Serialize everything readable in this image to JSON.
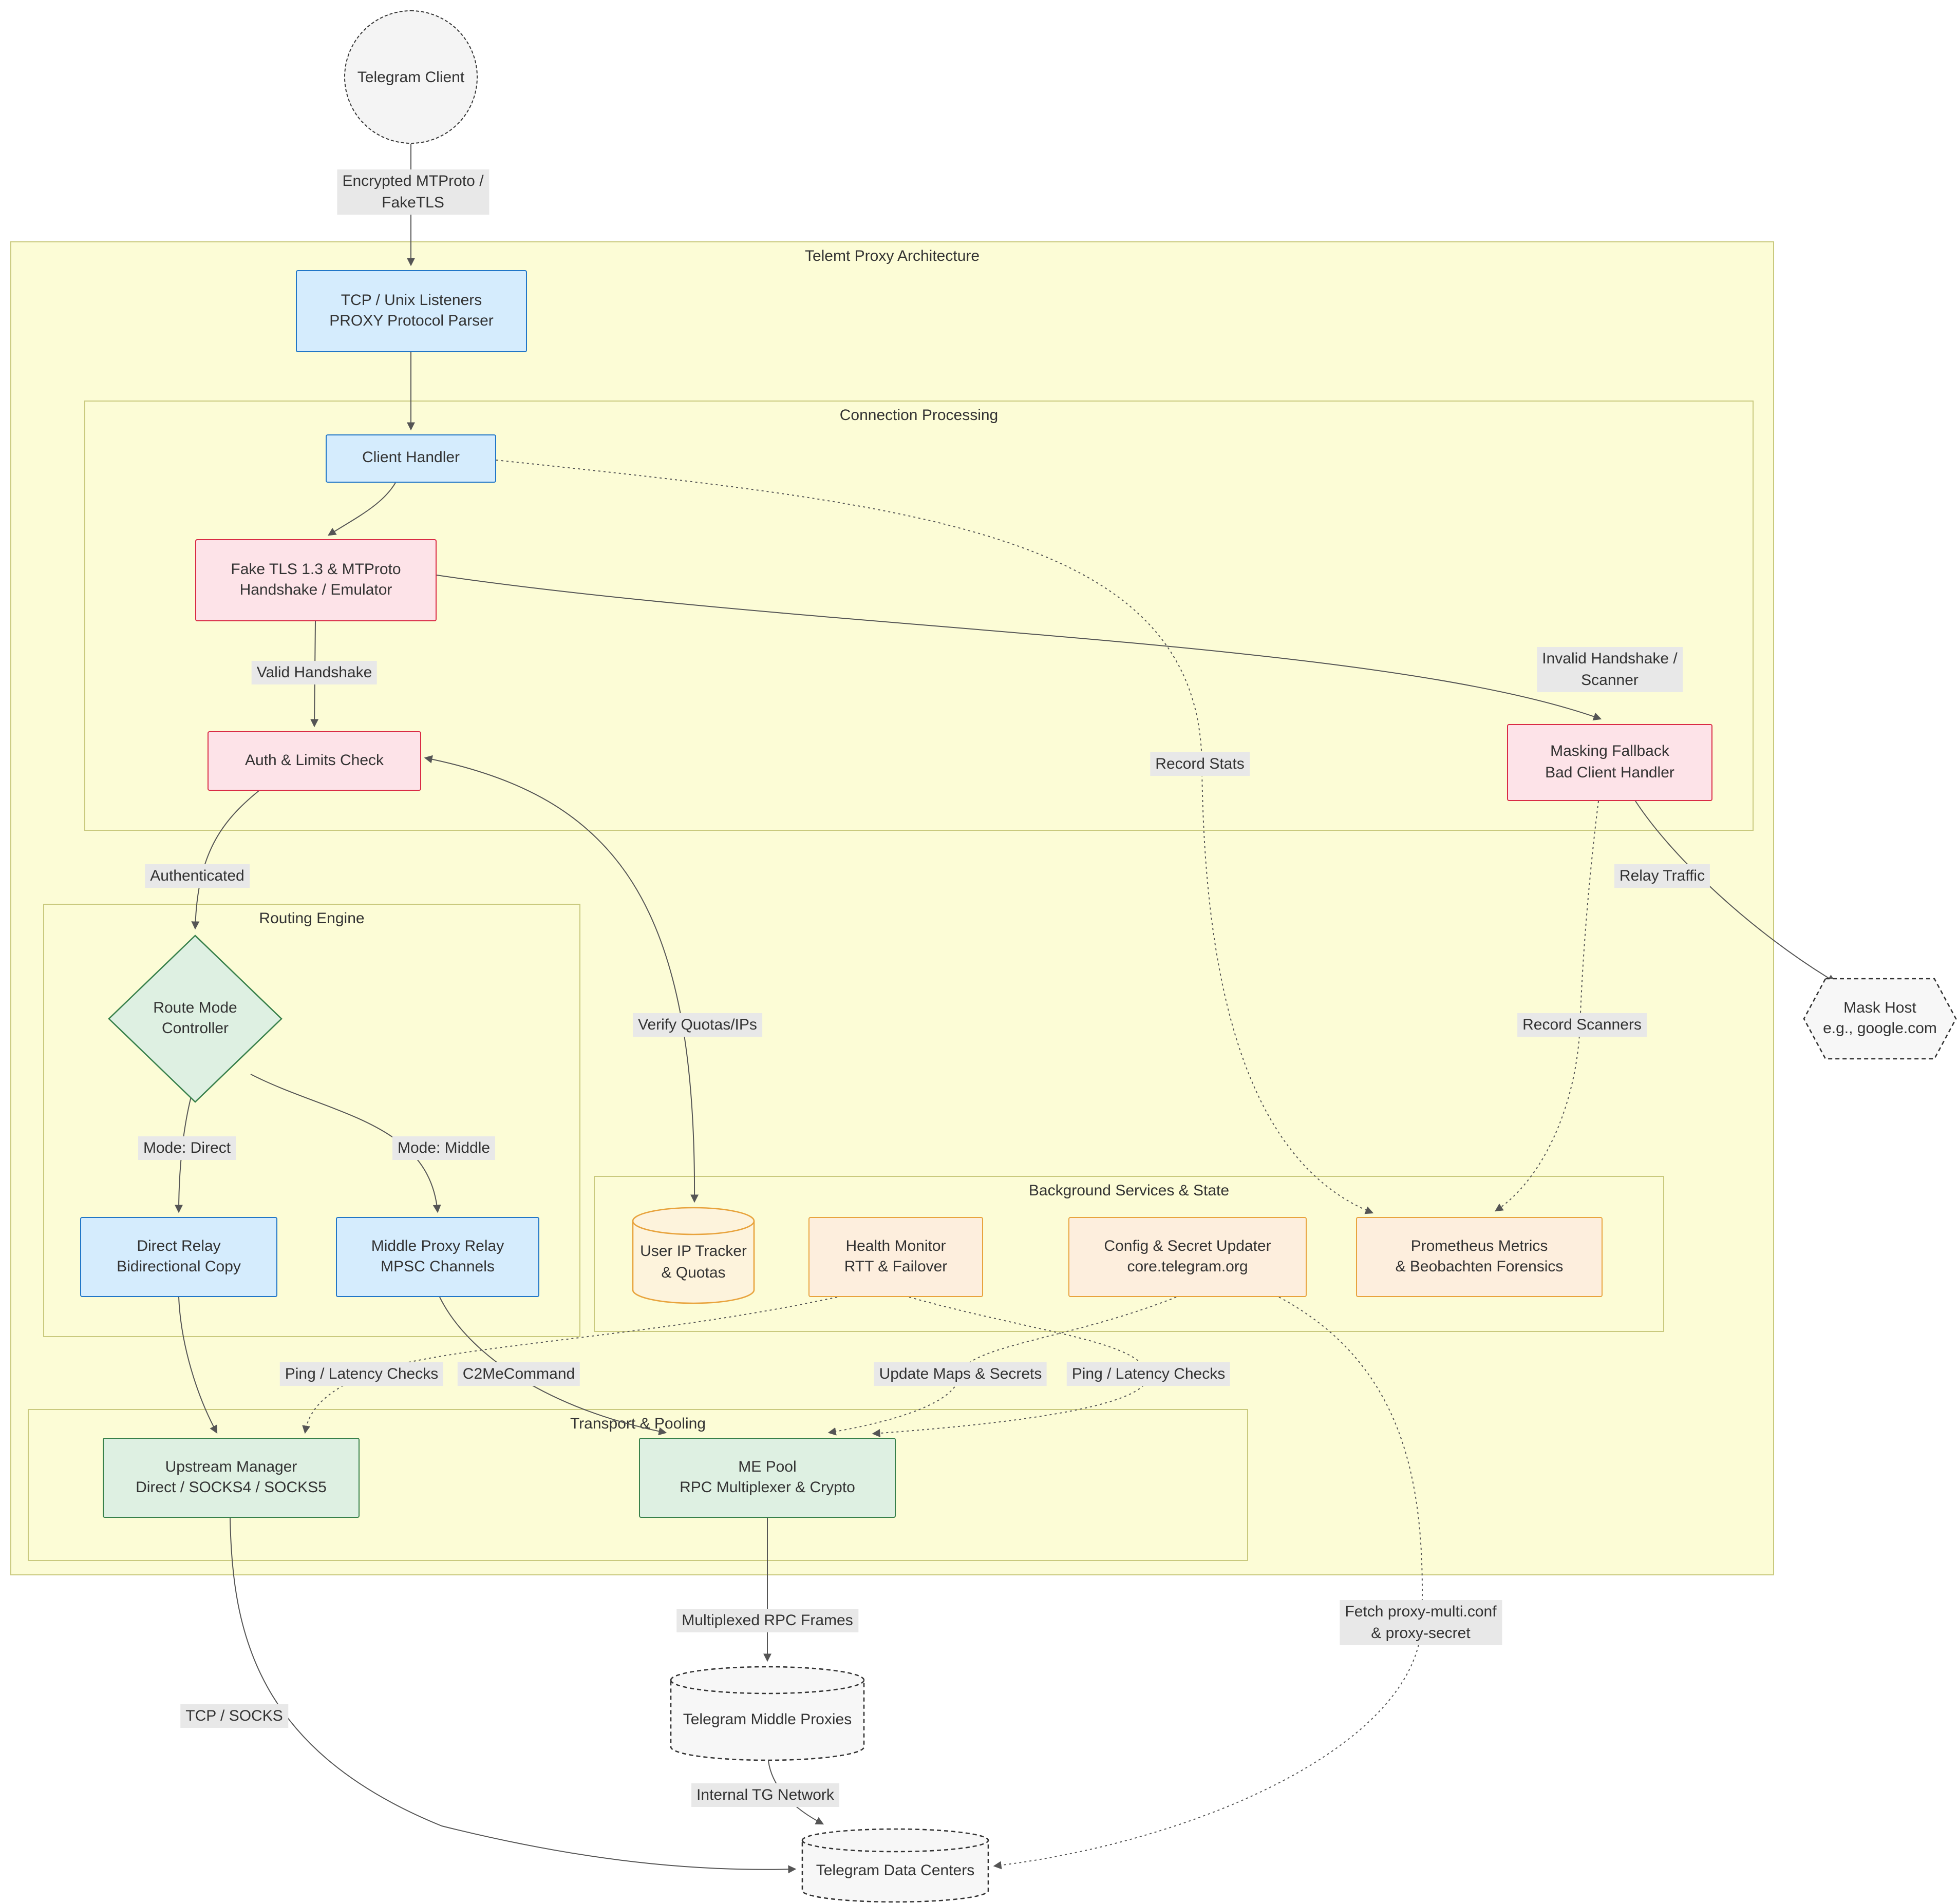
{
  "diagram_type": "flowchart",
  "title": "Telemt Proxy Architecture",
  "containers": {
    "outer": {
      "label": "Telemt Proxy Architecture"
    },
    "connection": {
      "label": "Connection Processing"
    },
    "routing": {
      "label": "Routing Engine"
    },
    "background": {
      "label": "Background Services & State"
    },
    "transport": {
      "label": "Transport & Pooling"
    }
  },
  "nodes": {
    "telegram_client": {
      "label": "Telegram Client",
      "shape": "dashed-circle"
    },
    "tcp_listeners": {
      "line1": "TCP / Unix Listeners",
      "line2": "PROXY Protocol Parser",
      "shape": "rect-blue"
    },
    "client_handler": {
      "line1": "Client Handler",
      "shape": "rect-blue"
    },
    "fake_tls": {
      "line1": "Fake TLS 1.3 & MTProto",
      "line2": "Handshake / Emulator",
      "shape": "rect-red"
    },
    "auth_check": {
      "line1": "Auth & Limits Check",
      "shape": "rect-red"
    },
    "masking_fallback": {
      "line1": "Masking Fallback",
      "line2": "Bad Client Handler",
      "shape": "rect-red"
    },
    "route_mode": {
      "line1": "Route Mode",
      "line2": "Controller",
      "shape": "diamond-green"
    },
    "direct_relay": {
      "line1": "Direct Relay",
      "line2": "Bidirectional Copy",
      "shape": "rect-blue"
    },
    "middle_relay": {
      "line1": "Middle Proxy Relay",
      "line2": "MPSC Channels",
      "shape": "rect-blue"
    },
    "ip_tracker": {
      "line1": "User IP Tracker",
      "line2": "& Quotas",
      "shape": "cylinder-orange"
    },
    "health_monitor": {
      "line1": "Health Monitor",
      "line2": "RTT & Failover",
      "shape": "rect-orange"
    },
    "config_updater": {
      "line1": "Config & Secret Updater",
      "line2": "core.telegram.org",
      "shape": "rect-orange"
    },
    "prometheus": {
      "line1": "Prometheus Metrics",
      "line2": "& Beobachten Forensics",
      "shape": "rect-orange"
    },
    "upstream_manager": {
      "line1": "Upstream Manager",
      "line2": "Direct / SOCKS4 / SOCKS5",
      "shape": "rect-green"
    },
    "me_pool": {
      "line1": "ME Pool",
      "line2": "RPC Multiplexer & Crypto",
      "shape": "rect-green"
    },
    "middle_proxies": {
      "label": "Telegram Middle Proxies",
      "shape": "dashed-cylinder"
    },
    "data_centers": {
      "label": "Telegram Data Centers",
      "shape": "dashed-cylinder"
    },
    "mask_host": {
      "line1": "Mask Host",
      "line2": "e.g., google.com",
      "shape": "dashed-hexagon"
    }
  },
  "edge_labels": {
    "encrypted": {
      "line1": "Encrypted MTProto /",
      "line2": "FakeTLS"
    },
    "valid_handshake": "Valid Handshake",
    "invalid_handshake": {
      "line1": "Invalid Handshake /",
      "line2": "Scanner"
    },
    "record_stats": "Record Stats",
    "authenticated": "Authenticated",
    "relay_traffic": "Relay Traffic",
    "verify_quotas": "Verify Quotas/IPs",
    "record_scanners": "Record Scanners",
    "mode_direct": "Mode: Direct",
    "mode_middle": "Mode: Middle",
    "ping_left": "Ping / Latency Checks",
    "c2me": "C2MeCommand",
    "update_maps": "Update Maps & Secrets",
    "ping_right": "Ping / Latency Checks",
    "multiplexed": "Multiplexed RPC Frames",
    "fetch_conf": {
      "line1": "Fetch proxy-multi.conf",
      "line2": "& proxy-secret"
    },
    "tcp_socks": "TCP / SOCKS",
    "internal_tg": "Internal TG Network"
  },
  "edges": [
    {
      "from": "telegram_client",
      "to": "tcp_listeners",
      "label": "Encrypted MTProto / FakeTLS",
      "style": "solid"
    },
    {
      "from": "tcp_listeners",
      "to": "client_handler",
      "label": "",
      "style": "solid"
    },
    {
      "from": "client_handler",
      "to": "fake_tls",
      "label": "",
      "style": "solid"
    },
    {
      "from": "fake_tls",
      "to": "auth_check",
      "label": "Valid Handshake",
      "style": "solid"
    },
    {
      "from": "fake_tls",
      "to": "masking_fallback",
      "label": "Invalid Handshake / Scanner",
      "style": "solid"
    },
    {
      "from": "auth_check",
      "to": "route_mode",
      "label": "Authenticated",
      "style": "solid"
    },
    {
      "from": "auth_check",
      "to": "ip_tracker",
      "label": "Verify Quotas/IPs",
      "style": "solid",
      "bidirectional": true
    },
    {
      "from": "route_mode",
      "to": "direct_relay",
      "label": "Mode: Direct",
      "style": "solid"
    },
    {
      "from": "route_mode",
      "to": "middle_relay",
      "label": "Mode: Middle",
      "style": "solid"
    },
    {
      "from": "direct_relay",
      "to": "upstream_manager",
      "label": "",
      "style": "solid"
    },
    {
      "from": "middle_relay",
      "to": "me_pool",
      "label": "C2MeCommand",
      "style": "solid"
    },
    {
      "from": "masking_fallback",
      "to": "mask_host",
      "label": "Relay Traffic",
      "style": "solid"
    },
    {
      "from": "upstream_manager",
      "to": "data_centers",
      "label": "TCP / SOCKS",
      "style": "solid"
    },
    {
      "from": "me_pool",
      "to": "middle_proxies",
      "label": "Multiplexed RPC Frames",
      "style": "solid"
    },
    {
      "from": "middle_proxies",
      "to": "data_centers",
      "label": "Internal TG Network",
      "style": "solid"
    },
    {
      "from": "client_handler",
      "to": "prometheus",
      "label": "Record Stats",
      "style": "dotted"
    },
    {
      "from": "masking_fallback",
      "to": "prometheus",
      "label": "Record Scanners",
      "style": "dotted"
    },
    {
      "from": "health_monitor",
      "to": "upstream_manager",
      "label": "Ping / Latency Checks",
      "style": "dotted"
    },
    {
      "from": "health_monitor",
      "to": "me_pool",
      "label": "Ping / Latency Checks",
      "style": "dotted"
    },
    {
      "from": "config_updater",
      "to": "me_pool",
      "label": "Update Maps & Secrets",
      "style": "dotted"
    },
    {
      "from": "config_updater",
      "to": "data_centers",
      "label": "Fetch proxy-multi.conf & proxy-secret",
      "style": "dotted"
    }
  ],
  "colors": {
    "container_fill": "#fcfcd6",
    "container_stroke": "#c9c97e",
    "blue_fill": "#d5ecfd",
    "blue_stroke": "#2176c7",
    "red_fill": "#fde3e8",
    "red_stroke": "#d92b45",
    "green_fill": "#def0e2",
    "green_stroke": "#37804a",
    "orange_fill": "#fdeedd",
    "orange_stroke": "#e8a33d",
    "edge_label_bg": "#e8e8e8",
    "edge_stroke": "#555555",
    "text": "#333333"
  }
}
